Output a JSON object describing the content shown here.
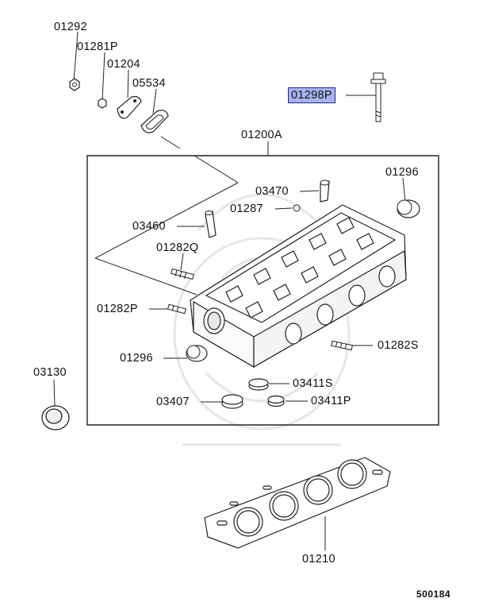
{
  "labels": {
    "p01292": "01292",
    "p01281P": "01281P",
    "p01204": "01204",
    "p05534": "05534",
    "p01298P": "01298P",
    "p01200A": "01200A",
    "p01296_top": "01296",
    "p03470": "03470",
    "p01287": "01287",
    "p03460": "03460",
    "p01282Q": "01282Q",
    "p01282P": "01282P",
    "p01296_bottom": "01296",
    "p01282S": "01282S",
    "p03130": "03130",
    "p03411S": "03411S",
    "p03407": "03407",
    "p03411P": "03411P",
    "p01210": "01210"
  },
  "highlighted_part": "01298P",
  "highlight_color": "#aab3f0",
  "figure_number": "500184"
}
